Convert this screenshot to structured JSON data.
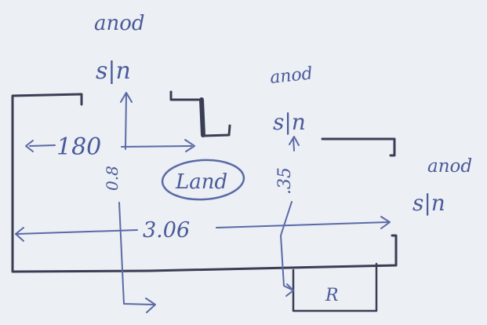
{
  "labels": {
    "anod_left": "anod",
    "sln_left": "s|n",
    "anod_mid": "anod",
    "sln_mid": "s|n",
    "anod_right": "anod",
    "sln_right": "s|n",
    "dim_180": "180",
    "dim_306": "3.06",
    "dim_vertical_left": "0.8",
    "dim_vertical_mid": ".35",
    "land": "Land",
    "r": "R"
  }
}
